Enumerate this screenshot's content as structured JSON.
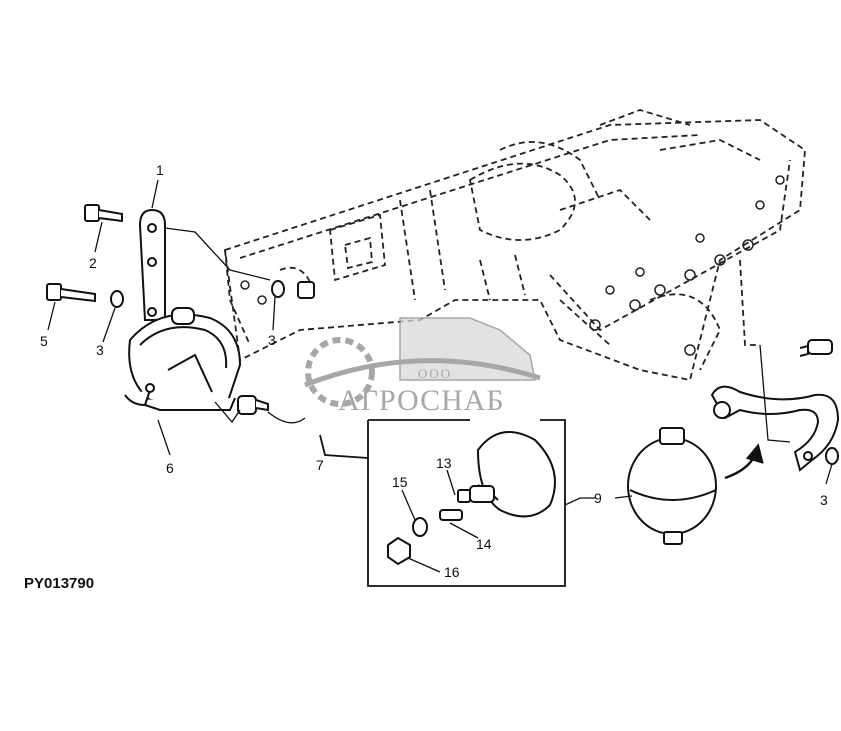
{
  "figure_code": "PY013790",
  "watermark": {
    "line1": "ООО",
    "line2": "АГРОСНАБ"
  },
  "callouts": [
    "1",
    "2",
    "3",
    "5",
    "3",
    "6",
    "3",
    "7",
    "13",
    "15",
    "14",
    "16",
    "9",
    "3"
  ],
  "colors": {
    "line": "#111111",
    "dashed": "#222222",
    "watermark": "#8a8a8a"
  }
}
